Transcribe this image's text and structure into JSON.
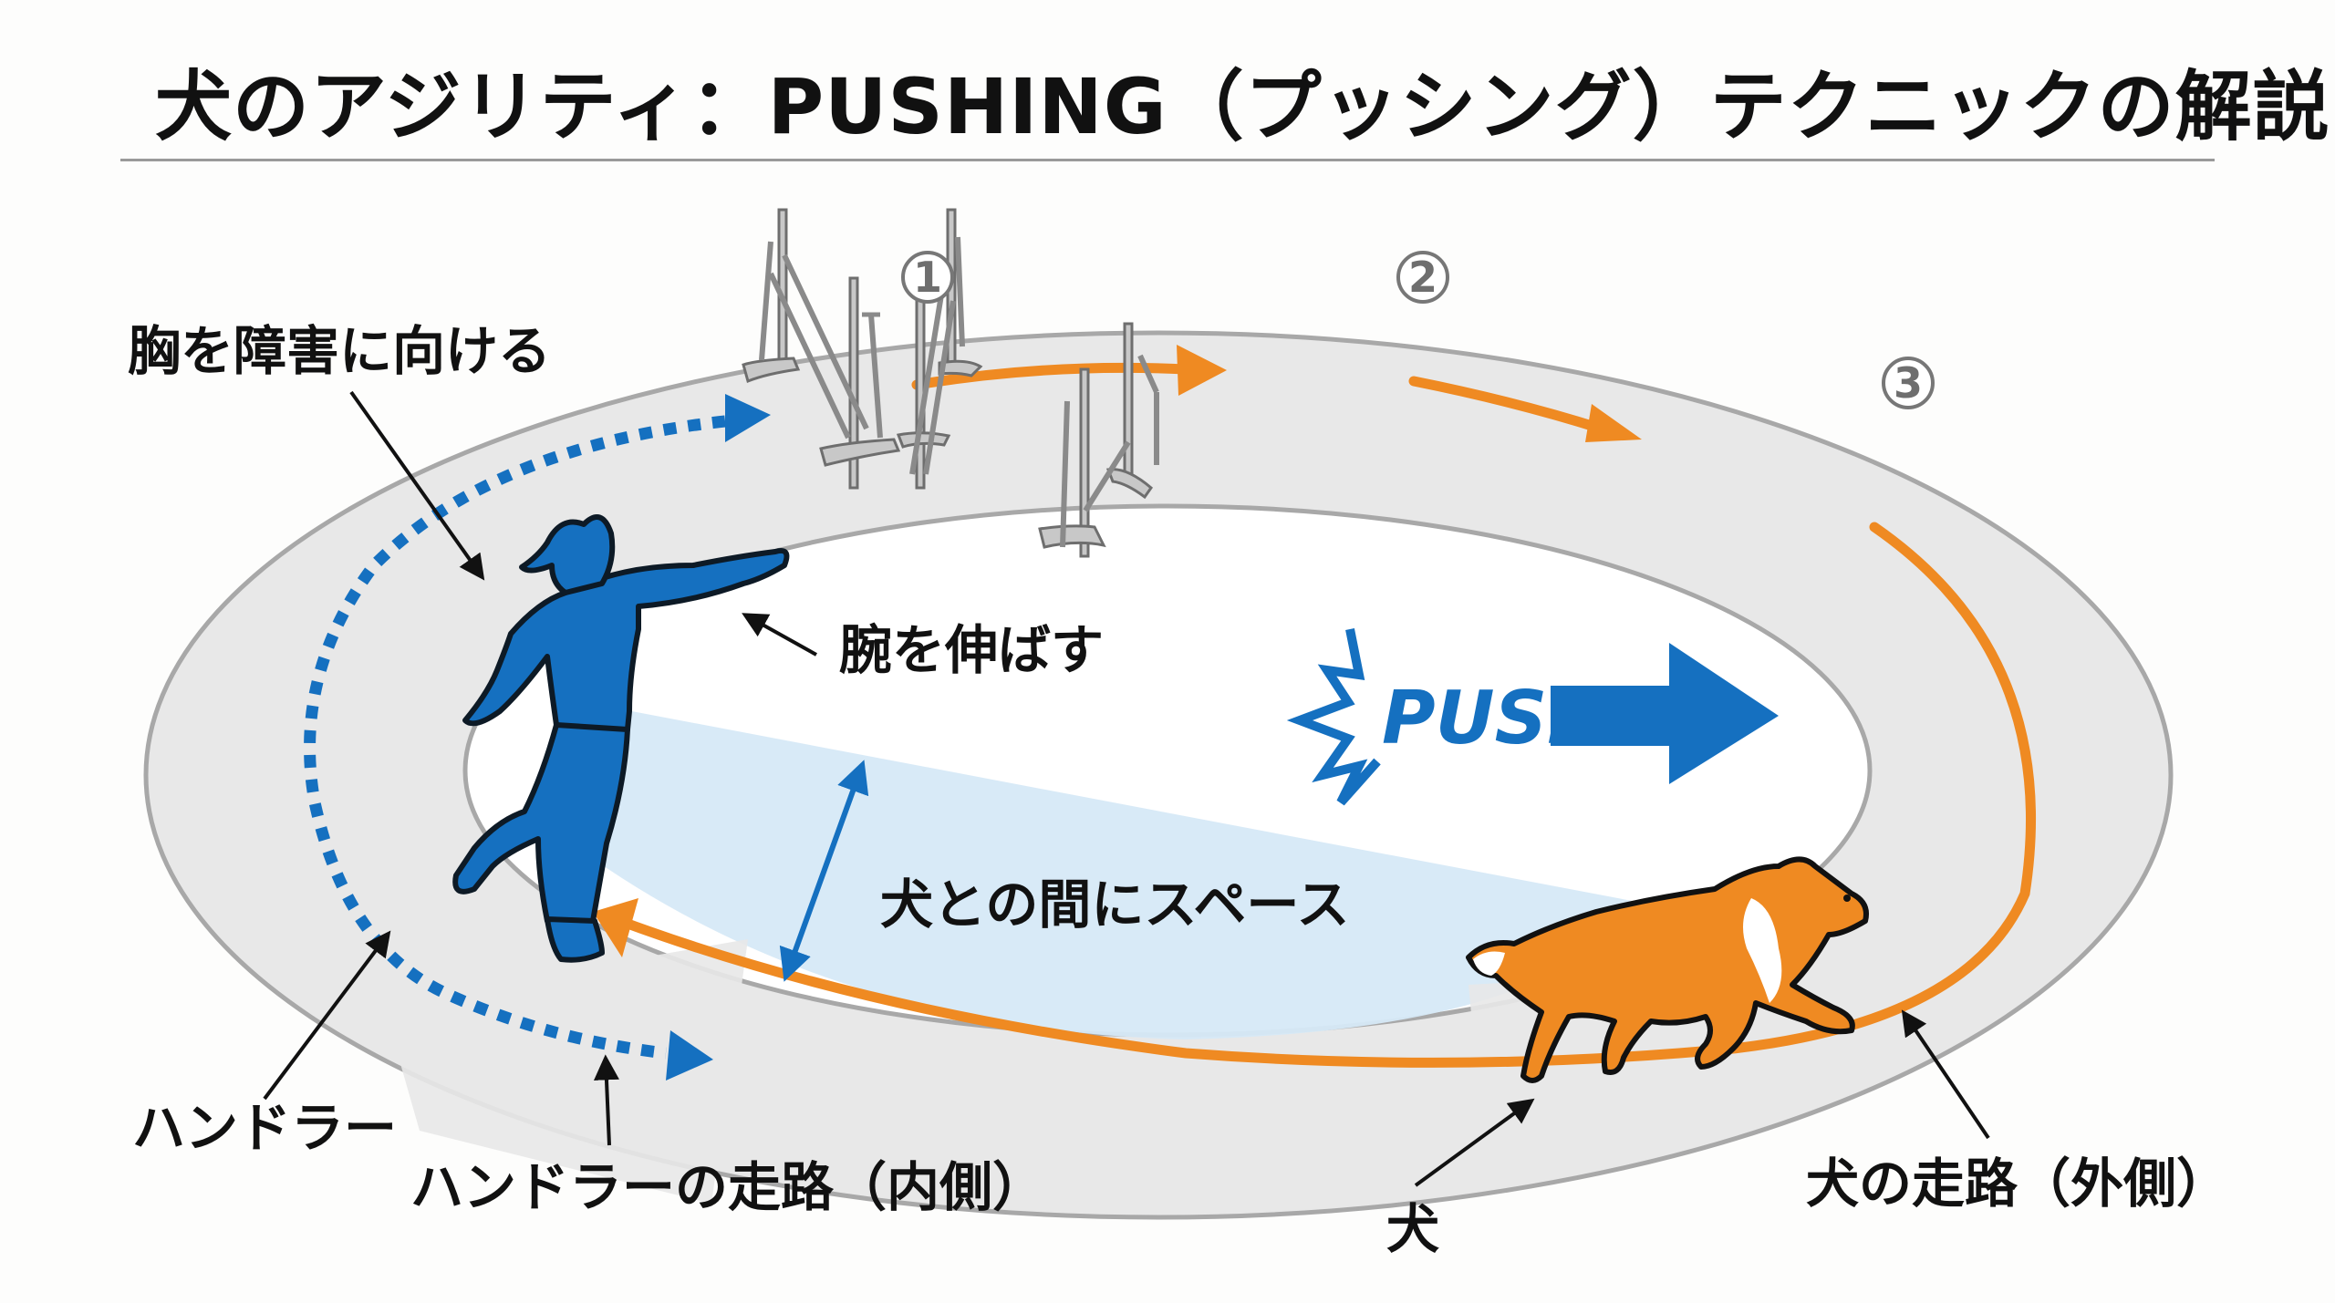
{
  "title": "犬のアジリティ：PUSHING（プッシング）テクニックの解説図",
  "colors": {
    "handler_blue": "#1570c0",
    "dog_orange": "#ef8a22",
    "track_gray": "#e8e8e8",
    "track_edge": "#a8a8a8",
    "space_blue": "#d6e9f7",
    "jump_gray": "#b4b4b4",
    "text": "#111111"
  },
  "jumps": [
    {
      "number": "1",
      "label": "①"
    },
    {
      "number": "2",
      "label": "②"
    },
    {
      "number": "3",
      "label": "③"
    }
  ],
  "labels": {
    "chest_to_obstacle": "胸を障害に向ける",
    "extend_arm": "腕を伸ばす",
    "space_with_dog": "犬との間にスペース",
    "handler": "ハンドラー",
    "handler_path": "ハンドラーの走路（内側）",
    "dog": "犬",
    "dog_path": "犬の走路（外側）"
  },
  "push_badge": {
    "text": "PUSH",
    "icon": "right-arrow-icon"
  },
  "icons": {
    "handler": "pointing-handler-figure-icon",
    "dog": "running-border-collie-icon",
    "burst": "burst-icon",
    "jump": "agility-jump-icon"
  }
}
